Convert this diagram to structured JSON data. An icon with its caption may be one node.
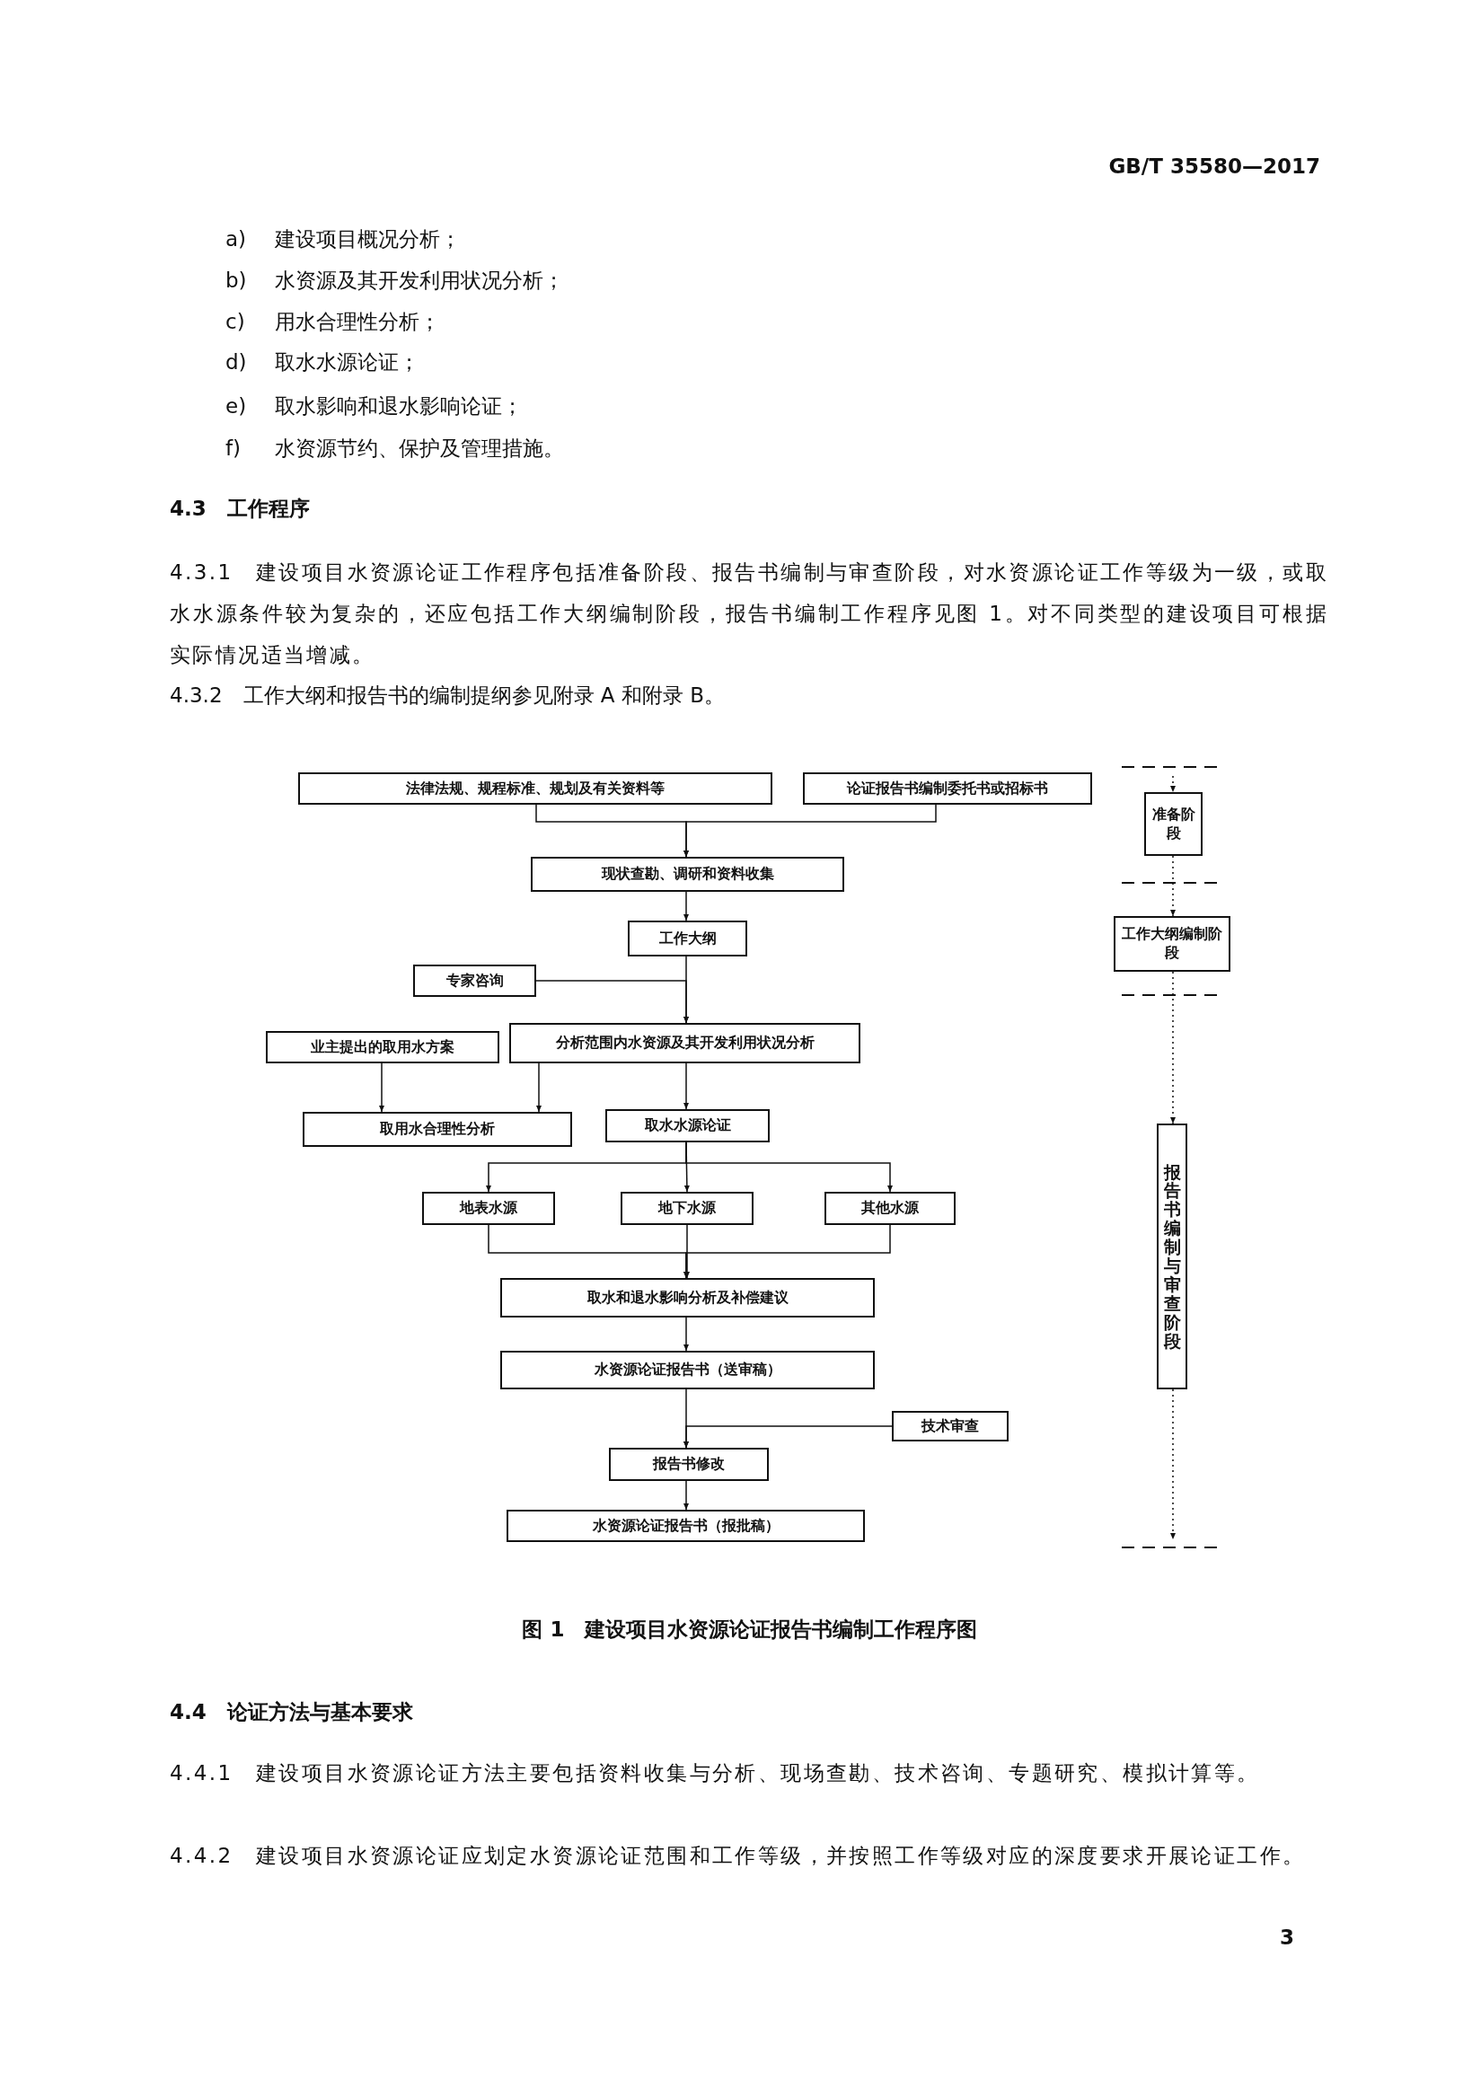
{
  "diagram": {
    "caption": "图 1　建设项目水资源论证报告书编制工作程序图",
    "nodes": [
      {
        "text": [
          "法律法规、规程标准、规划及有关资料等"
        ]
      },
      {
        "text": [
          "论证报告书编制委托书或招标书"
        ]
      },
      {
        "text": [
          "现状查勘、调研和资料收集"
        ]
      },
      {
        "text": [
          "工作大纲"
        ]
      },
      {
        "text": [
          "专家咨询"
        ]
      },
      {
        "text": [
          "业主提出的取用水方案"
        ]
      },
      {
        "text": [
          "分析范围内水资源及其开发利用状况分析"
        ]
      },
      {
        "text": [
          "取用水合理性分析"
        ]
      },
      {
        "text": [
          "取水水源论证"
        ]
      },
      {
        "text": [
          "地表水源"
        ]
      },
      {
        "text": [
          "地下水源"
        ]
      },
      {
        "text": [
          "其他水源"
        ]
      },
      {
        "text": [
          "取水和退水影响分析及补偿建议"
        ]
      },
      {
        "text": [
          "水资源论证报告书（送审稿）"
        ]
      },
      {
        "text": [
          "技术审查"
        ]
      },
      {
        "text": [
          "报告书修改"
        ]
      },
      {
        "text": [
          "水资源论证报告书（报批稿）"
        ]
      },
      {
        "text": [
          "准备阶段"
        ]
      },
      {
        "text": [
          "工作大纲编制阶段"
        ]
      },
      {
        "text": [
          "报告书编制与审查阶段"
        ]
      }
    ],
    "edges": [
      {
        "from": 0,
        "to": 2,
        "arrow": "to"
      },
      {
        "from": 1,
        "to": 2,
        "arrow": "to"
      },
      {
        "from": 2,
        "to": 3,
        "arrow": "to"
      },
      {
        "from": 3,
        "to": 6,
        "arrow": "to"
      },
      {
        "from": 4,
        "to": 6,
        "arrow": "to"
      },
      {
        "from": 5,
        "to": 7,
        "arrow": "to"
      },
      {
        "from": 6,
        "to": 7,
        "arrow": "to"
      },
      {
        "from": 6,
        "to": 8,
        "arrow": "to"
      },
      {
        "from": 8,
        "to": 9,
        "arrow": "to"
      },
      {
        "from": 8,
        "to": 10,
        "arrow": "to"
      },
      {
        "from": 8,
        "to": 11,
        "arrow": "to"
      },
      {
        "from": 9,
        "to": 12,
        "arrow": "to"
      },
      {
        "from": 10,
        "to": 12,
        "arrow": "to"
      },
      {
        "from": 11,
        "to": 12,
        "arrow": "to"
      },
      {
        "from": 12,
        "to": 13,
        "arrow": "to"
      },
      {
        "from": 13,
        "to": 15,
        "arrow": "to"
      },
      {
        "from": 14,
        "to": 15,
        "arrow": "to"
      },
      {
        "from": 15,
        "to": 16,
        "arrow": "to"
      },
      {
        "from": null,
        "to": 17,
        "arrow": "to",
        "style": "dashed"
      },
      {
        "from": 17,
        "to": 18,
        "arrow": "to",
        "style": "dashed"
      },
      {
        "from": 18,
        "to": 19,
        "arrow": "to",
        "style": "dashed"
      },
      {
        "from": 19,
        "to": null,
        "arrow": "to",
        "style": "dashed"
      }
    ],
    "labels": [
      "GB/T 35580—2017",
      "a)",
      "建设项目概况分析；",
      "b)",
      "水资源及其开发利用状况分析；",
      "c)",
      "用水合理性分析；",
      "d)",
      "取水水源论证；",
      "e)",
      "取水影响和退水影响论证；",
      "f)",
      "水资源节约、保护及管理措施。",
      "4.3　工作程序",
      "4.3.1　建设项目水资源论证工作程序包括准备阶段、报告书编制与审查阶段，对水资源论证工作等级为一级，或取水水源条件较为复杂的，还应包括工作大纲编制阶段，报告书编制工作程序见图 1。对不同类型的建设项目可根据实际情况适当增减。",
      "4.3.2　工作大纲和报告书的编制提纲参见附录 A 和附录 B。",
      "4.4　论证方法与基本要求",
      "4.4.1　建设项目水资源论证方法主要包括资料收集与分析、现场查勘、技术咨询、专题研究、模拟计算等。",
      "4.4.2　建设项目水资源论证应划定水资源论证范围和工作等级，并按照工作等级对应的深度要求开展论证工作。",
      "3"
    ]
  }
}
